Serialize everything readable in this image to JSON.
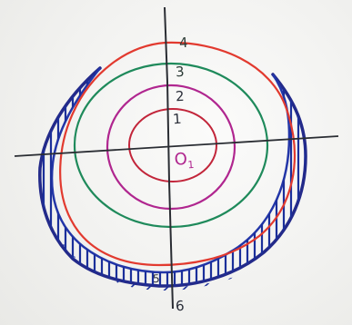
{
  "diagram": {
    "labels": {
      "ring_1": "1",
      "ring_2": "2",
      "ring_3": "3",
      "ring_4": "4",
      "center": "O",
      "center_subscript": "1",
      "mark_5": "5",
      "mark_6": "6"
    },
    "colors": {
      "ring_1": "#c2253a",
      "ring_2": "#b0268f",
      "ring_3": "#1f8a5b",
      "ring_4": "#e23a2f",
      "outer_outline": "#232a8a",
      "hatching": "#1b2f9a",
      "axes": "#2a2d33",
      "label_text": "#2b2f3a",
      "center_label": "#b0268f"
    }
  }
}
